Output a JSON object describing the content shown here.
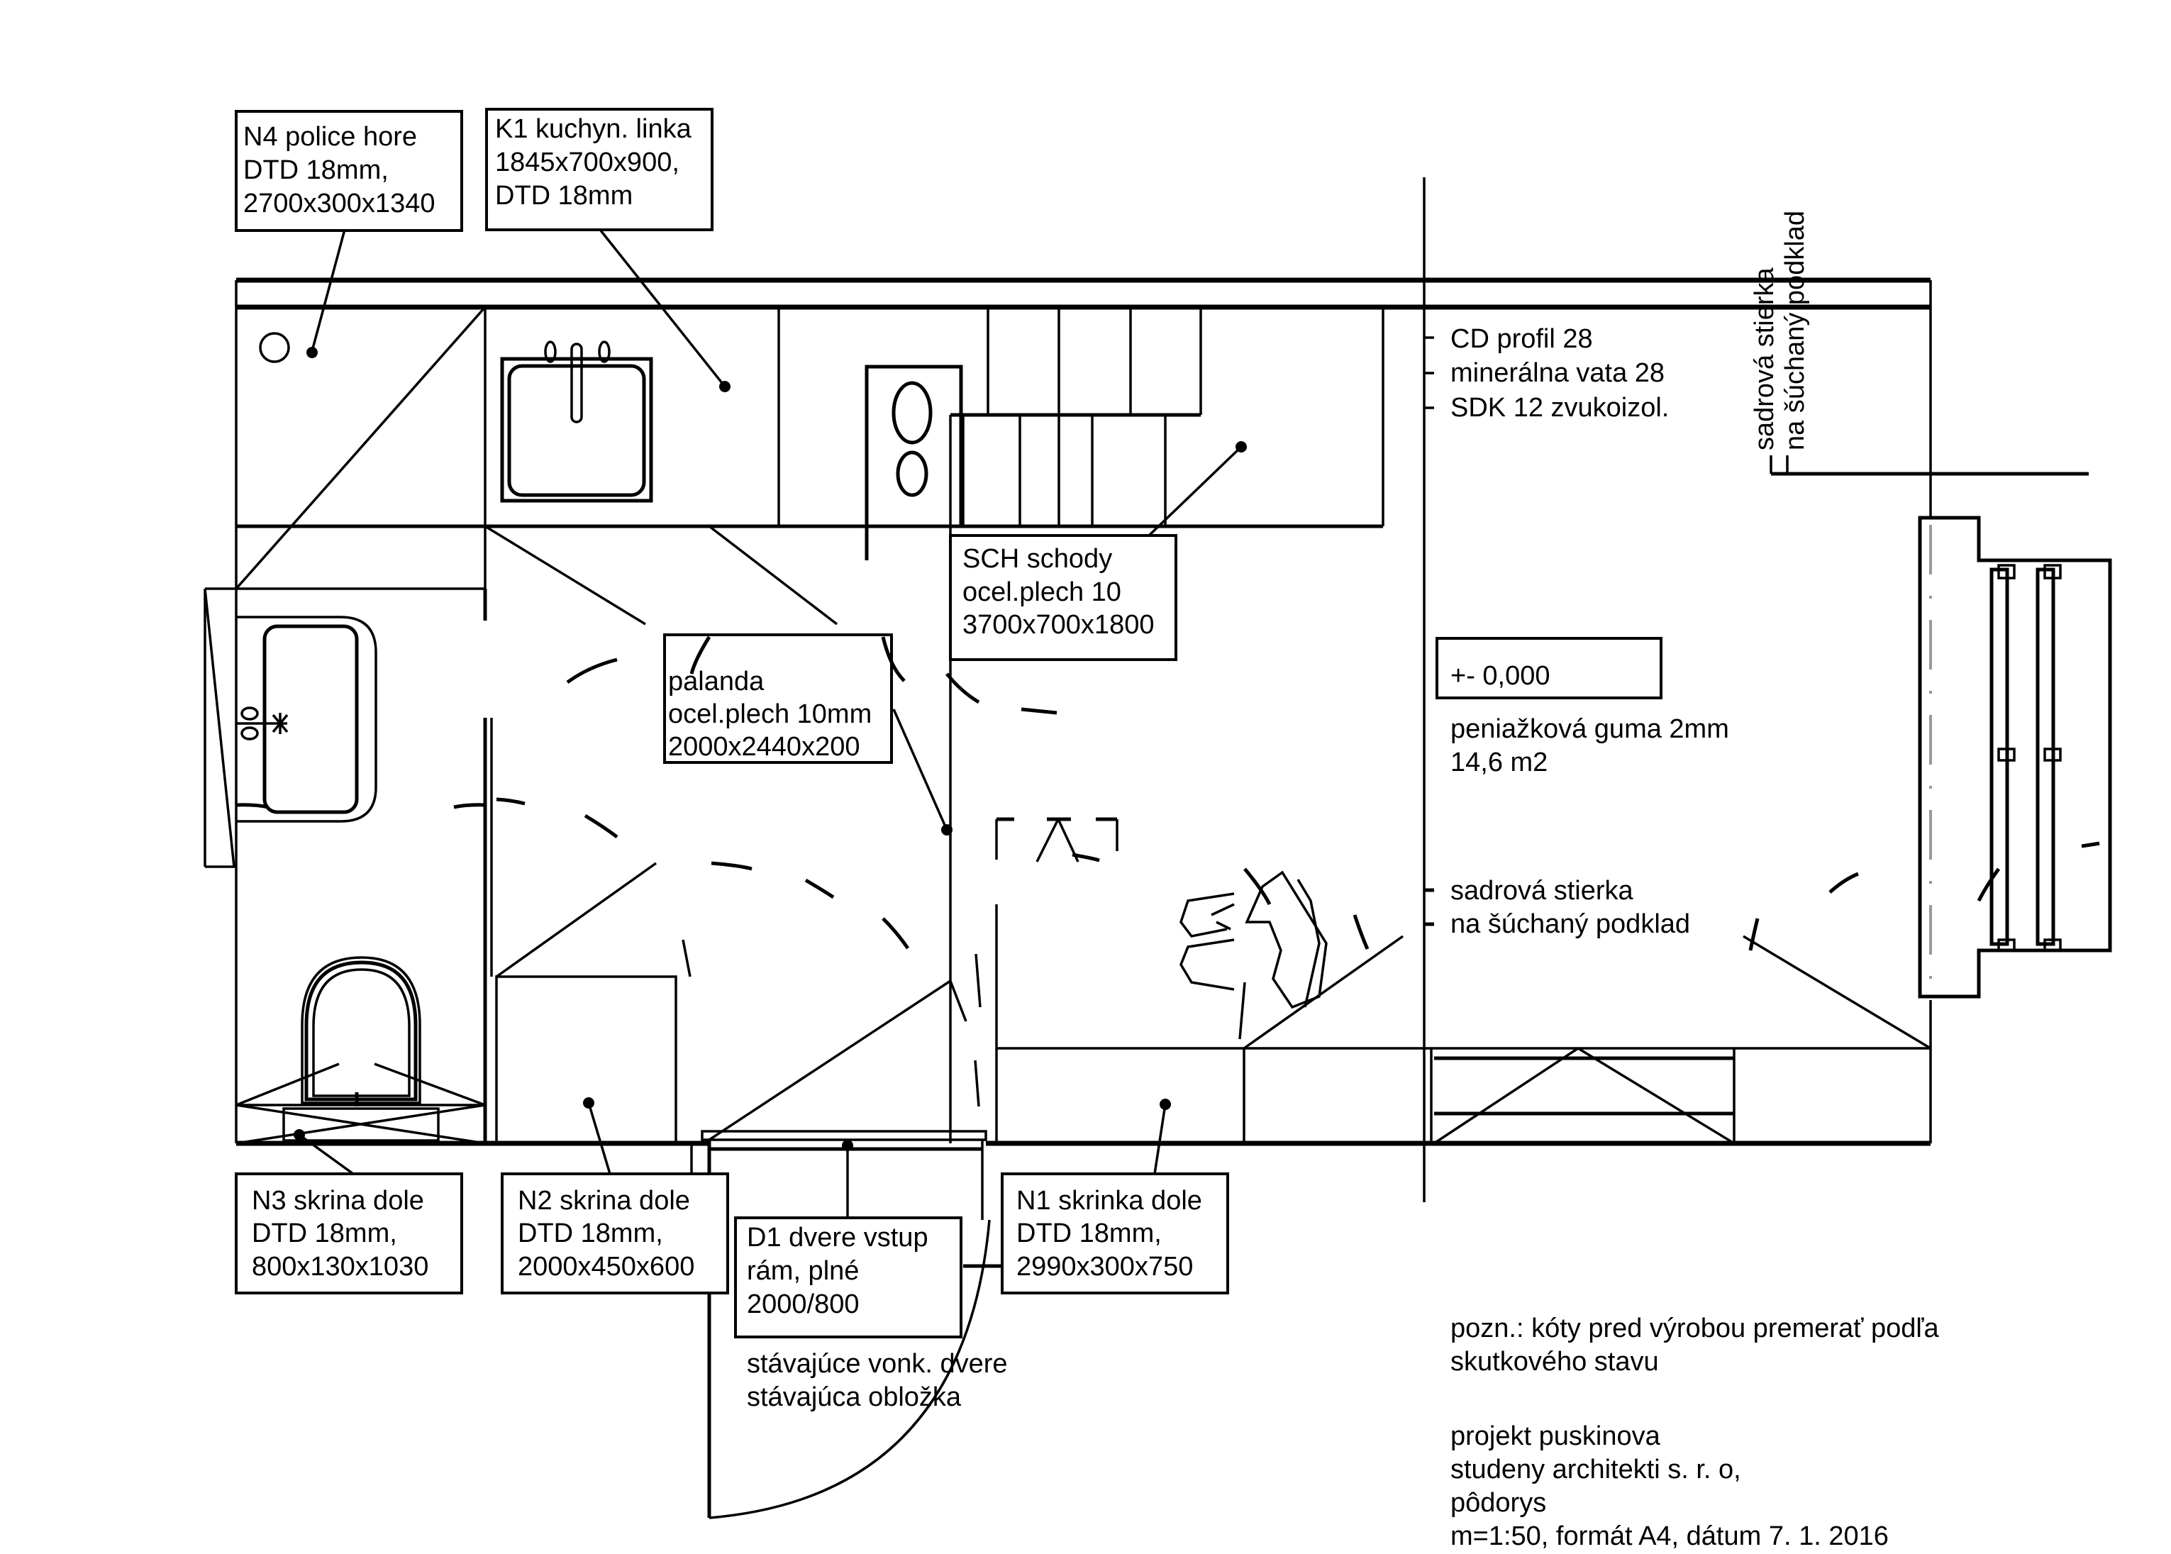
{
  "drawing": {
    "type": "floor plan",
    "labels": {
      "n4": [
        "N4 police hore",
        "DTD 18mm,",
        "2700x300x1340"
      ],
      "k1": [
        "K1 kuchyn. linka",
        "1845x700x900,",
        "DTD 18mm"
      ],
      "sch": [
        "SCH schody",
        "ocel.plech 10",
        "3700x700x1800"
      ],
      "palanda": [
        "palanda",
        "ocel.plech 10mm",
        "2000x2440x200"
      ],
      "n3": [
        "N3 skrina dole",
        "DTD 18mm,",
        "800x130x1030"
      ],
      "n2": [
        "N2 skrina dole",
        "DTD 18mm,",
        "2000x450x600"
      ],
      "d1": [
        "D1 dvere vstup",
        "rám, plné",
        "2000/800"
      ],
      "n1": [
        "N1 skrinka dole",
        "DTD 18mm,",
        "2990x300x750"
      ],
      "existing_door": [
        "stávajúce vonk. dvere",
        "stávajúca obložka"
      ],
      "wall_layers": [
        "CD profil 28",
        "minerálna vata 28",
        "SDK 12 zvukoizol."
      ],
      "plaster_vertical": [
        "sadrová stierka",
        "na šúchaný podklad"
      ],
      "plaster_right": [
        "sadrová stierka",
        "na šúchaný podklad"
      ],
      "level": "+- 0,000",
      "floor": [
        "peniažková guma 2mm",
        "14,6 m2"
      ]
    },
    "note": [
      "pozn.: kóty pred výrobou premerať podľa",
      "skutkového stavu"
    ],
    "title_block": [
      "projekt puskinova",
      "studeny architekti s. r. o,",
      "pôdorys",
      "m=1:50, formát A4, dátum 7. 1. 2016"
    ]
  }
}
